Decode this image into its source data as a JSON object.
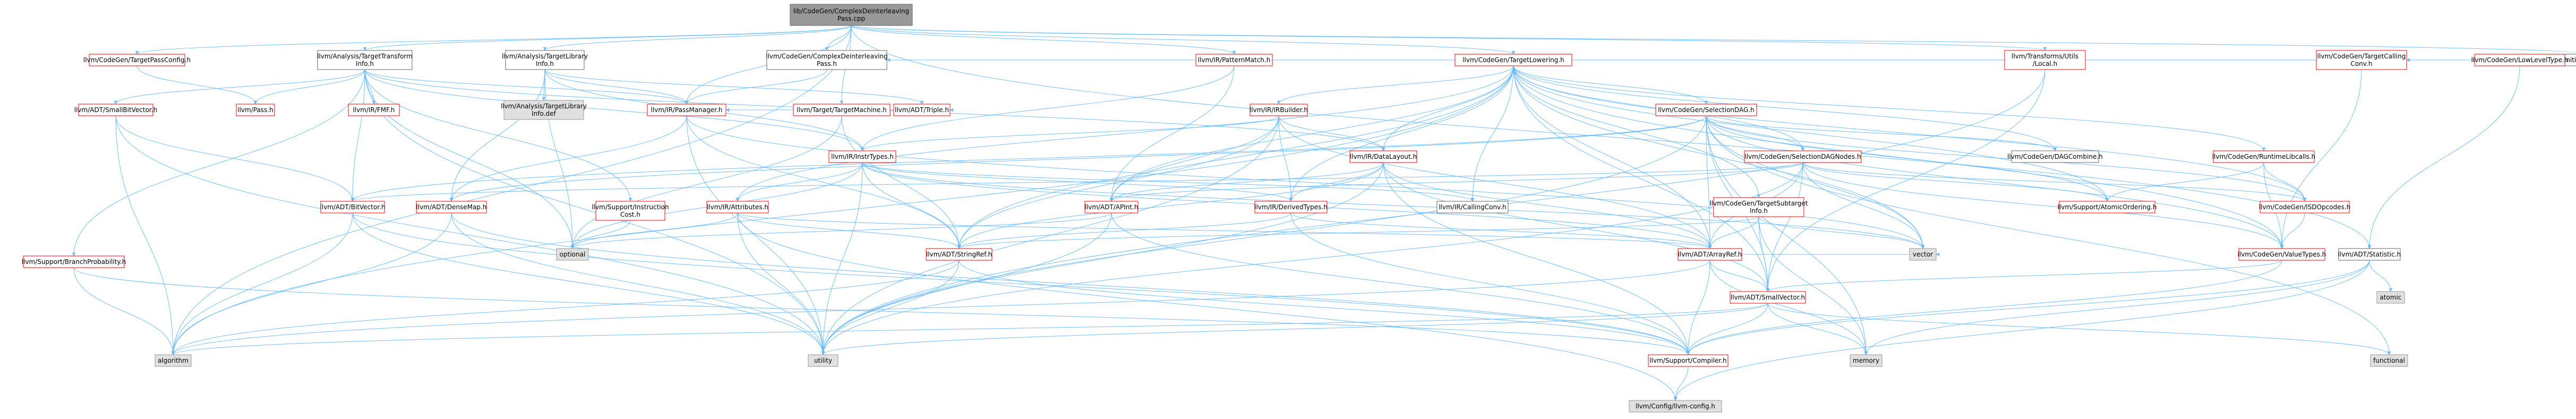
{
  "colors": {
    "edge": "#63b8ff",
    "documented_border": "#ff0000",
    "undocumented_border": "#666666",
    "root_fill": "#999999",
    "gray_fill": "#e0e0e0"
  },
  "nodes": [
    {
      "id": "root",
      "lines": [
        "lib/CodeGen/ComplexDeinterleaving",
        "Pass.cpp"
      ],
      "style": "root"
    },
    {
      "id": "tpc",
      "lines": [
        "llvm/CodeGen/TargetPassConfig.h"
      ],
      "style": "red"
    },
    {
      "id": "tti",
      "lines": [
        "llvm/Analysis/TargetTransform",
        "Info.h"
      ],
      "style": "black"
    },
    {
      "id": "tli",
      "lines": [
        "llvm/Analysis/TargetLibrary",
        "Info.h"
      ],
      "style": "black"
    },
    {
      "id": "cdip",
      "lines": [
        "llvm/CodeGen/ComplexDeinterleaving",
        "Pass.h"
      ],
      "style": "black"
    },
    {
      "id": "tlowering",
      "lines": [
        "llvm/CodeGen/TargetLowering.h"
      ],
      "style": "red"
    },
    {
      "id": "tutils",
      "lines": [
        "llvm/Transforms/Utils",
        "/Local.h"
      ],
      "style": "red"
    },
    {
      "id": "initpasses",
      "lines": [
        "llvm/InitializePasses.h"
      ],
      "style": "black"
    },
    {
      "id": "sbv",
      "lines": [
        "llvm/ADT/SmallBitVector.h"
      ],
      "style": "red"
    },
    {
      "id": "pass",
      "lines": [
        "llvm/Pass.h"
      ],
      "style": "red"
    },
    {
      "id": "pmh",
      "lines": [
        "llvm/IR/PassManager.h"
      ],
      "style": "red"
    },
    {
      "id": "fmf",
      "lines": [
        "llvm/IR/FMF.h"
      ],
      "style": "red"
    },
    {
      "id": "tlidef",
      "lines": [
        "llvm/Analysis/TargetLibrary",
        "Info.def"
      ],
      "style": "gray"
    },
    {
      "id": "tmh",
      "lines": [
        "llvm/Target/TargetMachine.h"
      ],
      "style": "red"
    },
    {
      "id": "triple",
      "lines": [
        "llvm/ADT/Triple.h"
      ],
      "style": "red"
    },
    {
      "id": "pmatch",
      "lines": [
        "llvm/IR/PatternMatch.h"
      ],
      "style": "red"
    },
    {
      "id": "irb",
      "lines": [
        "llvm/IR/IRBuilder.h"
      ],
      "style": "red"
    },
    {
      "id": "seldag",
      "lines": [
        "llvm/CodeGen/SelectionDAG.h"
      ],
      "style": "red"
    },
    {
      "id": "sdnodes",
      "lines": [
        "llvm/CodeGen/SelectionDAGNodes.h"
      ],
      "style": "red"
    },
    {
      "id": "dagcomb",
      "lines": [
        "llvm/CodeGen/DAGCombine.h"
      ],
      "style": "black"
    },
    {
      "id": "rtlib",
      "lines": [
        "llvm/CodeGen/RuntimeLibcalls.h"
      ],
      "style": "red"
    },
    {
      "id": "tcc",
      "lines": [
        "llvm/CodeGen/TargetCalling",
        "Conv.h"
      ],
      "style": "red"
    },
    {
      "id": "llt",
      "lines": [
        "llvm/CodeGen/LowLevelType.h"
      ],
      "style": "red"
    },
    {
      "id": "bpr",
      "lines": [
        "llvm/Support/BranchProbability.h"
      ],
      "style": "red"
    },
    {
      "id": "bv",
      "lines": [
        "llvm/ADT/BitVector.h"
      ],
      "style": "red"
    },
    {
      "id": "dmap",
      "lines": [
        "llvm/ADT/DenseMap.h"
      ],
      "style": "red"
    },
    {
      "id": "icost",
      "lines": [
        "llvm/Support/Instruction",
        "Cost.h"
      ],
      "style": "red"
    },
    {
      "id": "insttypes",
      "lines": [
        "llvm/IR/InstrTypes.h"
      ],
      "style": "red"
    },
    {
      "id": "dl",
      "lines": [
        "llvm/IR/DataLayout.h"
      ],
      "style": "red"
    },
    {
      "id": "attrs",
      "lines": [
        "llvm/IR/Attributes.h"
      ],
      "style": "red"
    },
    {
      "id": "apint",
      "lines": [
        "llvm/ADT/APInt.h"
      ],
      "style": "red"
    },
    {
      "id": "dtypes",
      "lines": [
        "llvm/IR/DerivedTypes.h"
      ],
      "style": "red"
    },
    {
      "id": "ccon",
      "lines": [
        "llvm/IR/CallingConv.h"
      ],
      "style": "black"
    },
    {
      "id": "tsi",
      "lines": [
        "llvm/CodeGen/TargetSubtarget",
        "Info.h"
      ],
      "style": "red"
    },
    {
      "id": "atomicord",
      "lines": [
        "llvm/Support/AtomicOrdering.h"
      ],
      "style": "red"
    },
    {
      "id": "isdop",
      "lines": [
        "llvm/CodeGen/ISDOpcodes.h"
      ],
      "style": "red"
    },
    {
      "id": "vtypes",
      "lines": [
        "llvm/CodeGen/ValueTypes.h"
      ],
      "style": "red"
    },
    {
      "id": "stat",
      "lines": [
        "llvm/ADT/Statistic.h"
      ],
      "style": "black"
    },
    {
      "id": "optional",
      "lines": [
        "optional"
      ],
      "style": "gray"
    },
    {
      "id": "sref",
      "lines": [
        "llvm/ADT/StringRef.h"
      ],
      "style": "red"
    },
    {
      "id": "aref",
      "lines": [
        "llvm/ADT/ArrayRef.h"
      ],
      "style": "red"
    },
    {
      "id": "vector",
      "lines": [
        "vector"
      ],
      "style": "gray"
    },
    {
      "id": "svec",
      "lines": [
        "llvm/ADT/SmallVector.h"
      ],
      "style": "red"
    },
    {
      "id": "atomic",
      "lines": [
        "atomic"
      ],
      "style": "gray"
    },
    {
      "id": "algorithm",
      "lines": [
        "algorithm"
      ],
      "style": "gray"
    },
    {
      "id": "utility",
      "lines": [
        "utility"
      ],
      "style": "gray"
    },
    {
      "id": "memory",
      "lines": [
        "memory"
      ],
      "style": "gray"
    },
    {
      "id": "functional",
      "lines": [
        "functional"
      ],
      "style": "gray"
    },
    {
      "id": "compiler",
      "lines": [
        "llvm/Support/Compiler.h"
      ],
      "style": "red"
    },
    {
      "id": "config",
      "lines": [
        "llvm/Config/llvm-config.h"
      ],
      "style": "gray"
    }
  ],
  "edges": [
    [
      "root",
      "tpc"
    ],
    [
      "root",
      "tti"
    ],
    [
      "root",
      "tli"
    ],
    [
      "root",
      "cdip"
    ],
    [
      "root",
      "tlowering"
    ],
    [
      "root",
      "tutils"
    ],
    [
      "root",
      "initpasses"
    ],
    [
      "root",
      "pmh"
    ],
    [
      "root",
      "tmh"
    ],
    [
      "root",
      "pmatch"
    ],
    [
      "root",
      "algorithm"
    ],
    [
      "root",
      "stat"
    ],
    [
      "tpc",
      "pass"
    ],
    [
      "tti",
      "sbv"
    ],
    [
      "tti",
      "pass"
    ],
    [
      "tti",
      "pmh"
    ],
    [
      "tti",
      "fmf"
    ],
    [
      "tti",
      "insttypes"
    ],
    [
      "tti",
      "dl"
    ],
    [
      "tti",
      "icost"
    ],
    [
      "tti",
      "bv"
    ],
    [
      "tti",
      "utility"
    ],
    [
      "tti",
      "optional"
    ],
    [
      "tti",
      "bpr"
    ],
    [
      "tli",
      "tlidef"
    ],
    [
      "tli",
      "pmh"
    ],
    [
      "tli",
      "triple"
    ],
    [
      "tli",
      "dmap"
    ],
    [
      "tli",
      "optional"
    ],
    [
      "tli",
      "insttypes"
    ],
    [
      "cdip",
      "pmh"
    ],
    [
      "tlowering",
      "cdip"
    ],
    [
      "tlowering",
      "seldag"
    ],
    [
      "tlowering",
      "sdnodes"
    ],
    [
      "tlowering",
      "dagcomb"
    ],
    [
      "tlowering",
      "rtlib"
    ],
    [
      "tlowering",
      "tcc"
    ],
    [
      "tlowering",
      "llt"
    ],
    [
      "tlowering",
      "dl"
    ],
    [
      "tlowering",
      "irb"
    ],
    [
      "tlowering",
      "attrs"
    ],
    [
      "tlowering",
      "apint"
    ],
    [
      "tlowering",
      "dtypes"
    ],
    [
      "tlowering",
      "ccon"
    ],
    [
      "tlowering",
      "isdop"
    ],
    [
      "tlowering",
      "vtypes"
    ],
    [
      "tlowering",
      "atomicord"
    ],
    [
      "tlowering",
      "sref"
    ],
    [
      "tlowering",
      "aref"
    ],
    [
      "tlowering",
      "svec"
    ],
    [
      "tlowering",
      "vector"
    ],
    [
      "tlowering",
      "algorithm"
    ],
    [
      "tlowering",
      "tsi"
    ],
    [
      "tutils",
      "svec"
    ],
    [
      "tutils",
      "utility"
    ],
    [
      "sbv",
      "bv"
    ],
    [
      "sbv",
      "algorithm"
    ],
    [
      "sbv",
      "utility"
    ],
    [
      "pmh",
      "dmap"
    ],
    [
      "pmh",
      "sref"
    ],
    [
      "pmh",
      "utility"
    ],
    [
      "pmh",
      "vector"
    ],
    [
      "tmh",
      "triple"
    ],
    [
      "tmh",
      "pmh"
    ],
    [
      "tmh",
      "sref"
    ],
    [
      "tmh",
      "optional"
    ],
    [
      "pmatch",
      "apint"
    ],
    [
      "pmatch",
      "insttypes"
    ],
    [
      "irb",
      "dl"
    ],
    [
      "irb",
      "dtypes"
    ],
    [
      "irb",
      "insttypes"
    ],
    [
      "irb",
      "aref"
    ],
    [
      "irb",
      "sref"
    ],
    [
      "irb",
      "utility"
    ],
    [
      "irb",
      "apint"
    ],
    [
      "seldag",
      "sdnodes"
    ],
    [
      "seldag",
      "dagcomb"
    ],
    [
      "seldag",
      "isdop"
    ],
    [
      "seldag",
      "vtypes"
    ],
    [
      "seldag",
      "aref"
    ],
    [
      "seldag",
      "svec"
    ],
    [
      "seldag",
      "vector"
    ],
    [
      "seldag",
      "utility"
    ],
    [
      "seldag",
      "functional"
    ],
    [
      "seldag",
      "bv"
    ],
    [
      "seldag",
      "dmap"
    ],
    [
      "seldag",
      "memory"
    ],
    [
      "seldag",
      "atomicord"
    ],
    [
      "sdnodes",
      "isdop"
    ],
    [
      "sdnodes",
      "vtypes"
    ],
    [
      "sdnodes",
      "atomicord"
    ],
    [
      "sdnodes",
      "apint"
    ],
    [
      "sdnodes",
      "aref"
    ],
    [
      "sdnodes",
      "svec"
    ],
    [
      "sdnodes",
      "bv"
    ],
    [
      "sdnodes",
      "utility"
    ],
    [
      "sdnodes",
      "vector"
    ],
    [
      "rtlib",
      "vtypes"
    ],
    [
      "rtlib",
      "atomicord"
    ],
    [
      "rtlib",
      "isdop"
    ],
    [
      "tcc",
      "vtypes"
    ],
    [
      "llt",
      "stat"
    ],
    [
      "bpr",
      "algorithm"
    ],
    [
      "bpr",
      "compiler"
    ],
    [
      "bv",
      "algorithm"
    ],
    [
      "bv",
      "utility"
    ],
    [
      "bv",
      "compiler"
    ],
    [
      "dmap",
      "algorithm"
    ],
    [
      "dmap",
      "utility"
    ],
    [
      "dmap",
      "compiler"
    ],
    [
      "icost",
      "optional"
    ],
    [
      "insttypes",
      "attrs"
    ],
    [
      "insttypes",
      "ccon"
    ],
    [
      "insttypes",
      "dtypes"
    ],
    [
      "insttypes",
      "sref"
    ],
    [
      "insttypes",
      "aref"
    ],
    [
      "insttypes",
      "optional"
    ],
    [
      "insttypes",
      "vector"
    ],
    [
      "insttypes",
      "utility"
    ],
    [
      "dl",
      "dtypes"
    ],
    [
      "dl",
      "aref"
    ],
    [
      "dl",
      "sref"
    ],
    [
      "dl",
      "apint"
    ],
    [
      "dl",
      "svec"
    ],
    [
      "dl",
      "compiler"
    ],
    [
      "dl",
      "utility"
    ],
    [
      "attrs",
      "sref"
    ],
    [
      "attrs",
      "optional"
    ],
    [
      "attrs",
      "utility"
    ],
    [
      "attrs",
      "config"
    ],
    [
      "attrs",
      "aref"
    ],
    [
      "apint",
      "compiler"
    ],
    [
      "apint",
      "utility"
    ],
    [
      "apint",
      "optional"
    ],
    [
      "dtypes",
      "aref"
    ],
    [
      "dtypes",
      "sref"
    ],
    [
      "dtypes",
      "compiler"
    ],
    [
      "tsi",
      "aref"
    ],
    [
      "tsi",
      "svec"
    ],
    [
      "tsi",
      "vector"
    ],
    [
      "tsi",
      "memory"
    ],
    [
      "tsi",
      "sref"
    ],
    [
      "isdop",
      "vtypes"
    ],
    [
      "vtypes",
      "svec"
    ],
    [
      "vtypes",
      "compiler"
    ],
    [
      "stat",
      "atomic"
    ],
    [
      "stat",
      "compiler"
    ],
    [
      "stat",
      "config"
    ],
    [
      "stat",
      "memory"
    ],
    [
      "sref",
      "algorithm"
    ],
    [
      "sref",
      "utility"
    ],
    [
      "sref",
      "compiler"
    ],
    [
      "aref",
      "svec"
    ],
    [
      "aref",
      "compiler"
    ],
    [
      "aref",
      "vector"
    ],
    [
      "aref",
      "memory"
    ],
    [
      "aref",
      "algorithm"
    ],
    [
      "svec",
      "algorithm"
    ],
    [
      "svec",
      "memory"
    ],
    [
      "svec",
      "functional"
    ],
    [
      "svec",
      "utility"
    ],
    [
      "svec",
      "compiler"
    ],
    [
      "compiler",
      "config"
    ]
  ]
}
